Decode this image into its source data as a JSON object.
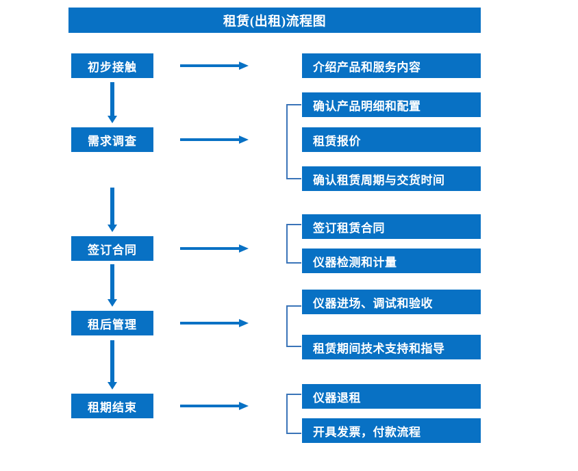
{
  "chart_data": {
    "type": "diagram",
    "diagram_kind": "flowchart",
    "title": "租赁(出租)流程图",
    "orientation": "top-to-bottom with right branches",
    "accent_color": "#0871c4",
    "bracket_color": "#3a74b8",
    "text_color": "#ffffff",
    "background_color": "#ffffff",
    "stages": [
      {
        "id": "stage-1",
        "label": "初步接触",
        "details": [
          "介绍产品和服务内容"
        ],
        "has_bracket": false
      },
      {
        "id": "stage-2",
        "label": "需求调查",
        "details": [
          "确认产品明细和配置",
          "租赁报价",
          "确认租赁周期与交货时间"
        ],
        "has_bracket": true
      },
      {
        "id": "stage-3",
        "label": "签订合同",
        "details": [
          "签订租赁合同",
          "仪器检测和计量"
        ],
        "has_bracket": true
      },
      {
        "id": "stage-4",
        "label": "租后管理",
        "details": [
          "仪器进场、调试和验收",
          "租赁期间技术支持和指导"
        ],
        "has_bracket": true
      },
      {
        "id": "stage-5",
        "label": "租期结束",
        "details": [
          "仪器退租",
          "开具发票，付款流程"
        ],
        "has_bracket": true
      }
    ]
  },
  "header": {
    "title": "租赁(出租)流程图"
  },
  "stages": {
    "s1": {
      "label": "初步接触"
    },
    "s2": {
      "label": "需求调查"
    },
    "s3": {
      "label": "签订合同"
    },
    "s4": {
      "label": "租后管理"
    },
    "s5": {
      "label": "租期结束"
    }
  },
  "details": {
    "d1_1": "介绍产品和服务内容",
    "d2_1": "确认产品明细和配置",
    "d2_2": "租赁报价",
    "d2_3": "确认租赁周期与交货时间",
    "d3_1": "签订租赁合同",
    "d3_2": "仪器检测和计量",
    "d4_1": "仪器进场、调试和验收",
    "d4_2": "租赁期间技术支持和指导",
    "d5_1": "仪器退租",
    "d5_2": "开具发票，付款流程"
  }
}
